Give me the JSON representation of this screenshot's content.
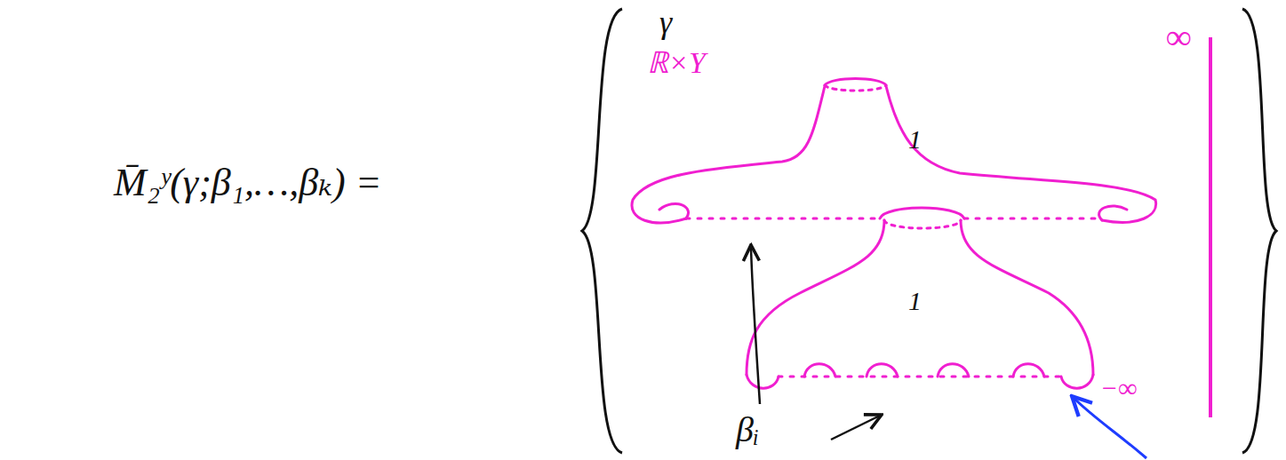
{
  "diagram": {
    "labels": [
      "M̄₂ʸ(γ;β₁,…,βₖ) =",
      "ℝ×Y",
      "γ",
      "1",
      "1",
      "∞",
      "−∞",
      "βᵢ"
    ]
  }
}
